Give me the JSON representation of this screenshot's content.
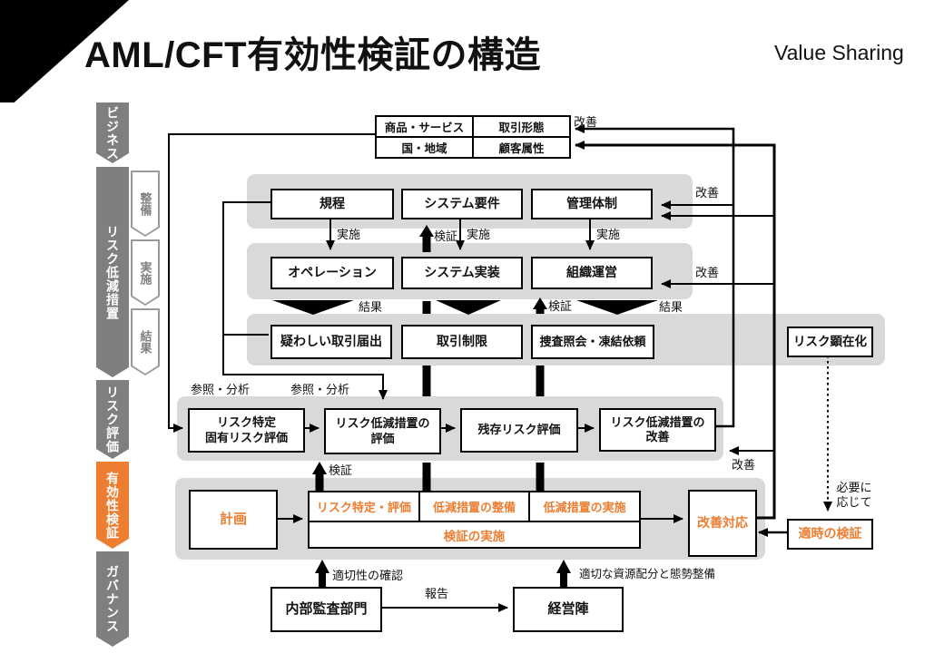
{
  "header": {
    "title": "AML/CFT有効性検証の構造",
    "brand": "Value Sharing"
  },
  "sidebar": {
    "business": "ビジネス",
    "risk_mitigation": "リスク低減措置",
    "seibi": "整備",
    "jisshi": "実施",
    "kekka": "結果",
    "risk_assessment": "リスク評価",
    "effectiveness": "有効性検証",
    "governance": "ガバナンス"
  },
  "risk_factors": {
    "product_service": "商品・サービス",
    "transaction_type": "取引形態",
    "country_region": "国・地域",
    "customer_attribute": "顧客属性"
  },
  "boxes": {
    "regulations": "規程",
    "system_requirements": "システム要件",
    "management_structure": "管理体制",
    "operation": "オペレーション",
    "system_implementation": "システム実装",
    "organization_management": "組織運営",
    "str_report": "疑わしい取引届出",
    "transaction_limit": "取引制限",
    "investigation_freeze": "捜査照会・凍結依頼",
    "risk_materialization": "リスク顕在化",
    "risk_identification": "リスク特定\n固有リスク評価",
    "mitigation_evaluation": "リスク低減措置の\n評価",
    "residual_risk": "残存リスク評価",
    "mitigation_improvement": "リスク低減措置の\n改善",
    "plan": "計画",
    "verify_risk_id": "リスク特定・評価",
    "verify_design": "低減措置の整備",
    "verify_implementation": "低減措置の実施",
    "verification_execution": "検証の実施",
    "improvement_response": "改善対応",
    "timely_verification": "適時の検証",
    "internal_audit": "内部監査部門",
    "management_team": "経営陣"
  },
  "labels": {
    "kaizen": "改善",
    "jisshi": "実施",
    "kensho": "検証",
    "kekka": "結果",
    "sansho_bunseki": "参照・分析",
    "tekisetsu_kakunin": "適切性の確認",
    "houkoku": "報告",
    "shigen_haibun": "適切な資源配分と態勢整備",
    "hitsuyou_oujite": "必要に\n応じて"
  },
  "colors": {
    "accent_orange": "#ED7D31",
    "band_gray": "#D9D9D9",
    "chevron_gray": "#7F7F7F"
  }
}
